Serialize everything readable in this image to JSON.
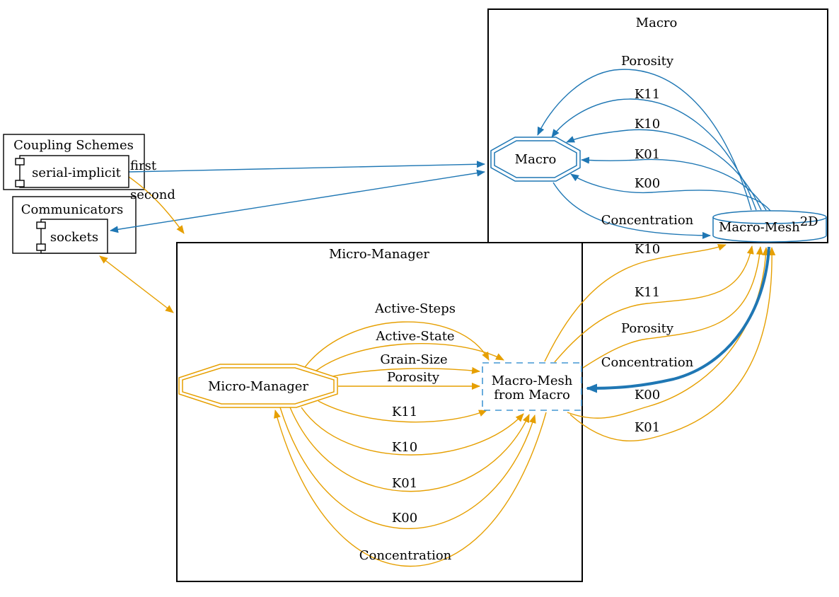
{
  "colors": {
    "macro_accent": "#1F77B4",
    "micro_accent": "#E69F00",
    "dashed_node_border": "#4497D3",
    "box_border": "#000000",
    "background": "#FFFFFF"
  },
  "clusters": {
    "coupling_schemes": {
      "title": "Coupling Schemes"
    },
    "communicators": {
      "title": "Communicators"
    },
    "macro": {
      "title": "Macro"
    },
    "micro_manager": {
      "title": "Micro-Manager"
    }
  },
  "nodes": {
    "serial_implicit": {
      "label": "serial-implicit"
    },
    "sockets": {
      "label": "sockets"
    },
    "macro_participant": {
      "label": "Macro"
    },
    "micro_manager_participant": {
      "label": "Micro-Manager"
    },
    "macro_mesh": {
      "label": "Macro-Mesh",
      "superscript": "2D"
    },
    "received_mesh": {
      "line1": "Macro-Mesh",
      "line2": "from Macro"
    }
  },
  "edges": {
    "coupling_order": {
      "first": "first",
      "second": "second"
    },
    "macro_reads": [
      "Porosity",
      "K11",
      "K10",
      "K01",
      "K00"
    ],
    "macro_writes": [
      "Concentration"
    ],
    "micro_writes": [
      "Active-Steps",
      "Active-State",
      "Grain-Size",
      "Porosity",
      "K11",
      "K10",
      "K01",
      "K00"
    ],
    "micro_reads": [
      "Concentration"
    ],
    "mappings_to_macro_mesh": [
      "K10",
      "K11",
      "Porosity",
      "K00",
      "K01"
    ],
    "mapping_from_macro_mesh": [
      "Concentration"
    ]
  }
}
